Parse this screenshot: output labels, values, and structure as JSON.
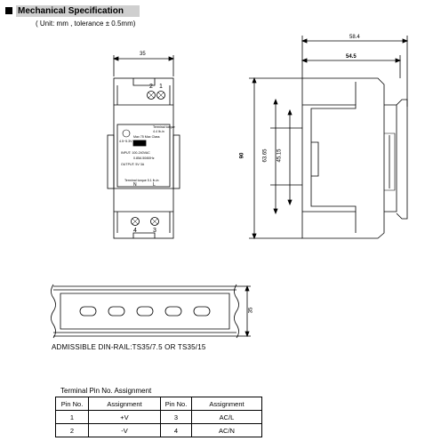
{
  "section": {
    "title": "Mechanical Specification",
    "unit_note": "( Unit: mm , tolerance ± 0.5mm)"
  },
  "front_view": {
    "width_dim": "35",
    "top_pins": [
      "2",
      "1"
    ],
    "bottom_pins": [
      "4",
      "3"
    ],
    "label_lines": [
      "Terminal torque",
      "4.4 lb-in",
      "Max 75 Max Class",
      "4.5~5.3V",
      "INPUT: 100-240VAC",
      "0.85A 50/60Hz",
      "OUTPUT: 5V 3A",
      "Terminal torque 5.1 lb-in"
    ],
    "bottom_letters": [
      "N",
      "L"
    ]
  },
  "side_view": {
    "dims": [
      "58.4",
      "54.5",
      "90",
      "63.65",
      "45.15"
    ]
  },
  "din_rail": {
    "height_dim": "35",
    "label": "ADMISSIBLE DIN-RAIL:TS35/7.5 OR TS35/15"
  },
  "terminal_table": {
    "title": "Terminal Pin No.  Assignment",
    "headers": [
      "Pin No.",
      "Assignment",
      "Pin No.",
      "Assignment"
    ],
    "rows": [
      [
        "1",
        "+V",
        "3",
        "AC/L"
      ],
      [
        "2",
        "-V",
        "4",
        "AC/N"
      ]
    ]
  }
}
